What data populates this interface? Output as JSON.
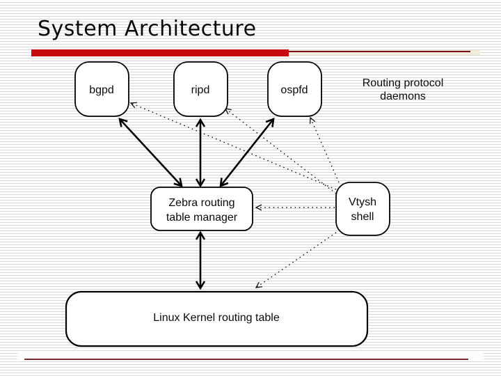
{
  "slide": {
    "title": "System Architecture"
  },
  "colors": {
    "accent_bar": "#c60c0e",
    "title_thin_rule": "#7b0e10",
    "title_band": "#f0edda",
    "footer_rule": "#7b2a33",
    "background_stripe": "#d9d9d9",
    "node_fill": "#ffffff",
    "ink": "#0a0a0a"
  },
  "diagram": {
    "nodes": {
      "bgpd": {
        "label": "bgpd"
      },
      "ripd": {
        "label": "ripd"
      },
      "ospfd": {
        "label": "ospfd"
      },
      "zebra": {
        "label_line1": "Zebra routing",
        "label_line2": "table manager"
      },
      "vtysh": {
        "label_line1": "Vtysh",
        "label_line2": "shell"
      },
      "kernel": {
        "label": "Linux Kernel routing table"
      }
    },
    "caption": {
      "line1": "Routing protocol",
      "line2": "daemons"
    },
    "edges": [
      {
        "from": "bgpd",
        "to": "zebra",
        "style": "solid-bidirectional"
      },
      {
        "from": "ripd",
        "to": "zebra",
        "style": "solid-bidirectional"
      },
      {
        "from": "ospfd",
        "to": "zebra",
        "style": "solid-bidirectional"
      },
      {
        "from": "zebra",
        "to": "kernel",
        "style": "solid-bidirectional"
      },
      {
        "from": "vtysh",
        "to": "bgpd",
        "style": "dotted"
      },
      {
        "from": "vtysh",
        "to": "ripd",
        "style": "dotted"
      },
      {
        "from": "vtysh",
        "to": "ospfd",
        "style": "dotted"
      },
      {
        "from": "vtysh",
        "to": "zebra",
        "style": "dotted"
      },
      {
        "from": "vtysh",
        "to": "kernel",
        "style": "dotted"
      }
    ]
  }
}
